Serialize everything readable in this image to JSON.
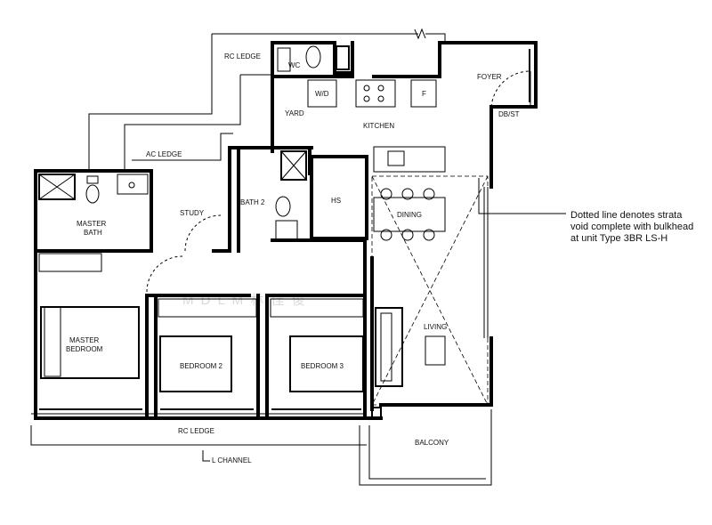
{
  "rooms": {
    "rc_ledge_top": "RC LEDGE",
    "wc": "WC",
    "wd": "W/D",
    "fridge": "F",
    "foyer": "FOYER",
    "dbst": "DB/ST",
    "yard": "YARD",
    "kitchen": "KITCHEN",
    "ac_ledge": "AC LEDGE",
    "master_bath_1": "MASTER",
    "master_bath_2": "BATH",
    "study": "STUDY",
    "bath2": "BATH 2",
    "hs": "HS",
    "dining": "DINING",
    "master_bedroom_1": "MASTER",
    "master_bedroom_2": "BEDROOM",
    "bedroom2": "BEDROOM 2",
    "bedroom3": "BEDROOM 3",
    "living": "LIVING",
    "rc_ledge_bottom": "RC LEDGE",
    "balcony": "BALCONY",
    "l_channel": "L CHANNEL"
  },
  "watermark": "M D L M 林 佳 俊",
  "note": {
    "line1": "Dotted line denotes strata",
    "line2": "void complete with bulkhead",
    "line3": "at unit Type 3BR LS-H"
  }
}
